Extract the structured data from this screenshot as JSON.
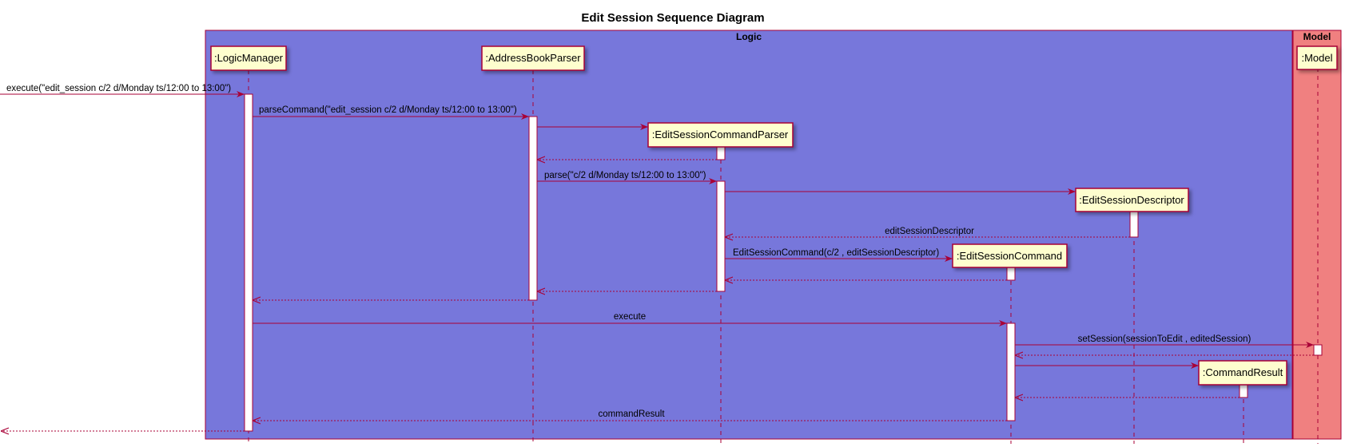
{
  "title": "Edit Session Sequence Diagram",
  "colors": {
    "logic_box": "#7777DB",
    "model_box": "#F08080",
    "participant_fill": "#FEFECE",
    "line": "#A80036"
  },
  "boxes": [
    {
      "id": "logic",
      "label": "Logic"
    },
    {
      "id": "model",
      "label": "Model"
    }
  ],
  "participants": [
    {
      "id": "lm",
      "label": ":LogicManager"
    },
    {
      "id": "abp",
      "label": ":AddressBookParser"
    },
    {
      "id": "escp",
      "label": ":EditSessionCommandParser"
    },
    {
      "id": "esd",
      "label": ":EditSessionDescriptor"
    },
    {
      "id": "esc",
      "label": ":EditSessionCommand"
    },
    {
      "id": "cr",
      "label": ":CommandResult"
    },
    {
      "id": "model",
      "label": ":Model"
    }
  ],
  "messages": [
    {
      "from": "start",
      "to": "lm",
      "label": "execute(\"edit_session c/2 d/Monday ts/12:00 to 13:00\")",
      "dashed": false
    },
    {
      "from": "lm",
      "to": "abp",
      "label": "parseCommand(\"edit_session c/2 d/Monday ts/12:00 to 13:00\")",
      "dashed": false
    },
    {
      "from": "abp",
      "to": "escp",
      "label": "",
      "dashed": false,
      "create": true
    },
    {
      "from": "escp",
      "to": "abp",
      "label": "",
      "dashed": true
    },
    {
      "from": "abp",
      "to": "escp",
      "label": "parse(\"c/2 d/Monday ts/12:00 to 13:00\")",
      "dashed": false
    },
    {
      "from": "escp",
      "to": "esd",
      "label": "",
      "dashed": false,
      "create": true
    },
    {
      "from": "esd",
      "to": "escp",
      "label": "editSessionDescriptor",
      "dashed": true
    },
    {
      "from": "escp",
      "to": "esc",
      "label": "EditSessionCommand(c/2 , editSessionDescriptor)",
      "dashed": false,
      "create": true
    },
    {
      "from": "esc",
      "to": "escp",
      "label": "",
      "dashed": true
    },
    {
      "from": "escp",
      "to": "abp",
      "label": "",
      "dashed": true
    },
    {
      "from": "abp",
      "to": "lm",
      "label": "",
      "dashed": true
    },
    {
      "from": "lm",
      "to": "esc",
      "label": "execute",
      "dashed": false
    },
    {
      "from": "esc",
      "to": "model",
      "label": "setSession(sessionToEdit , editedSession)",
      "dashed": false
    },
    {
      "from": "model",
      "to": "esc",
      "label": "",
      "dashed": true
    },
    {
      "from": "esc",
      "to": "cr",
      "label": "",
      "dashed": false,
      "create": true
    },
    {
      "from": "cr",
      "to": "esc",
      "label": "",
      "dashed": true
    },
    {
      "from": "esc",
      "to": "lm",
      "label": "commandResult",
      "dashed": true
    },
    {
      "from": "lm",
      "to": "start",
      "label": "",
      "dashed": true
    }
  ]
}
